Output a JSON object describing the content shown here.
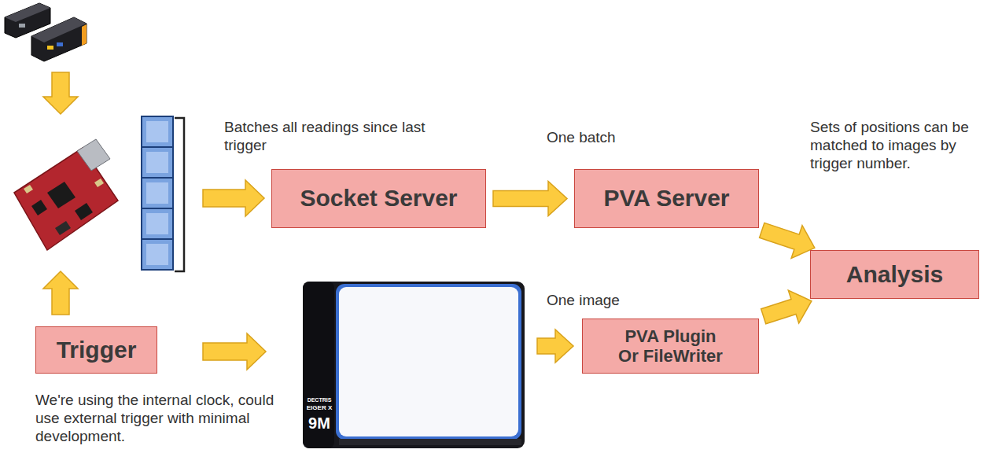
{
  "diagram": {
    "nodes": [
      {
        "text": [
          "Socket Server"
        ]
      },
      {
        "text": [
          "PVA Server"
        ]
      },
      {
        "text": [
          "Analysis"
        ]
      },
      {
        "text": [
          "Trigger"
        ]
      },
      {
        "text": [
          "PVA Plugin Or FileWriter"
        ]
      }
    ],
    "edges": [
      {
        "from": 0,
        "to": 1,
        "arrow": "to"
      },
      {
        "from": 1,
        "to": 2,
        "arrow": "to"
      },
      {
        "from": 4,
        "to": 2,
        "arrow": "to"
      }
    ],
    "labels": [
      "Batches all readings since last trigger",
      "One batch",
      "Sets of positions can be matched to images by trigger number.",
      "One image",
      "DECTRIS",
      "EIGER X",
      "9M",
      "We're using the internal clock, could use external trigger with minimal development."
    ]
  }
}
